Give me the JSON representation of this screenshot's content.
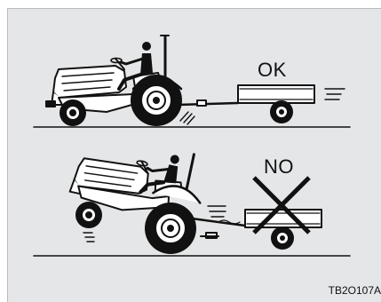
{
  "illustration": {
    "ok_label": "OK",
    "no_label": "NO",
    "figure_code": "TB2O107A"
  },
  "colors": {
    "panel_bg": "#e5e6e7",
    "ink": "#111111",
    "body_fill": "#ffffff"
  }
}
